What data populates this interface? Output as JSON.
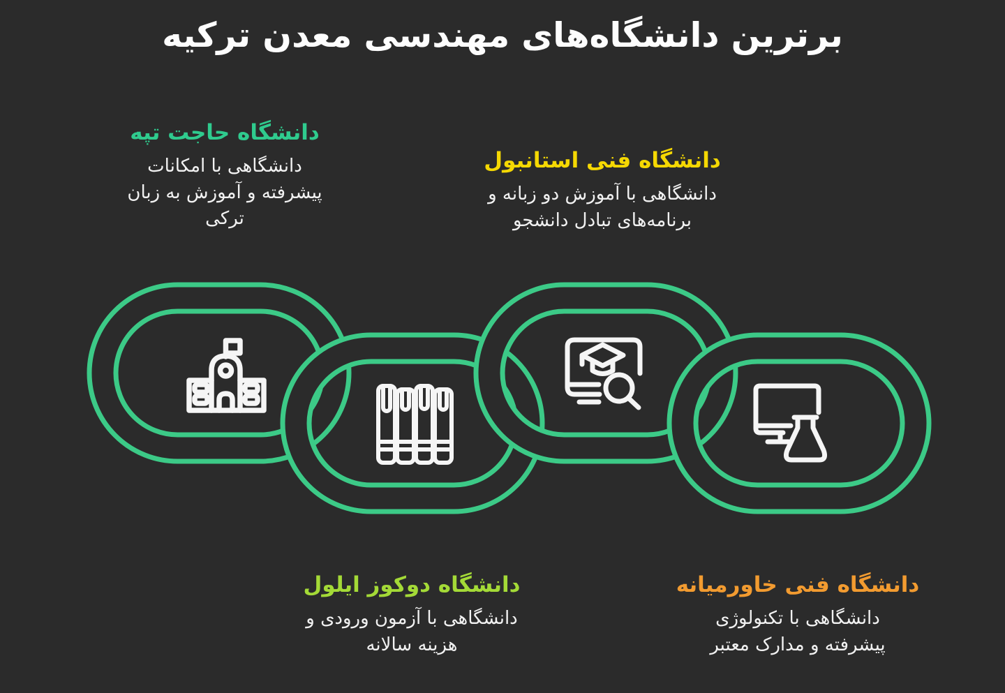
{
  "title": "برترین دانشگاه‌های مهندسی معدن ترکیه",
  "title_color": "#fdfdfd",
  "background_color": "#2b2b2b",
  "chain_color": "#3cca87",
  "icon_color": "#f5f5f5",
  "body_text_color": "#f1f1f1",
  "universities": [
    {
      "name": "دانشگاه حاجت تپه",
      "description": "دانشگاهی با امکانات پیشرفته و آموزش به زبان ترکی",
      "accent_color": "#2fcb8e",
      "icon": "school-building-icon",
      "placement": "top-left",
      "chain_link": 1
    },
    {
      "name": "دانشگاه فنی استانبول",
      "description": "دانشگاهی با آموزش دو زبانه و برنامه‌های تبادل دانشجو",
      "accent_color": "#f5d803",
      "icon": "book-search-graduation-icon",
      "placement": "top-right",
      "chain_link": 3
    },
    {
      "name": "دانشگاه دوکوز ایلول",
      "description": "دانشگاهی با آزمون ورودی و هزینه سالانه",
      "accent_color": "#a4da37",
      "icon": "books-icon",
      "placement": "bottom-left",
      "chain_link": 2
    },
    {
      "name": "دانشگاه فنی خاورمیانه",
      "description": "دانشگاهی با تکنولوژی پیشرفته و مدارک معتبر",
      "accent_color": "#f29b30",
      "icon": "monitor-flask-icon",
      "placement": "bottom-right",
      "chain_link": 4
    }
  ]
}
